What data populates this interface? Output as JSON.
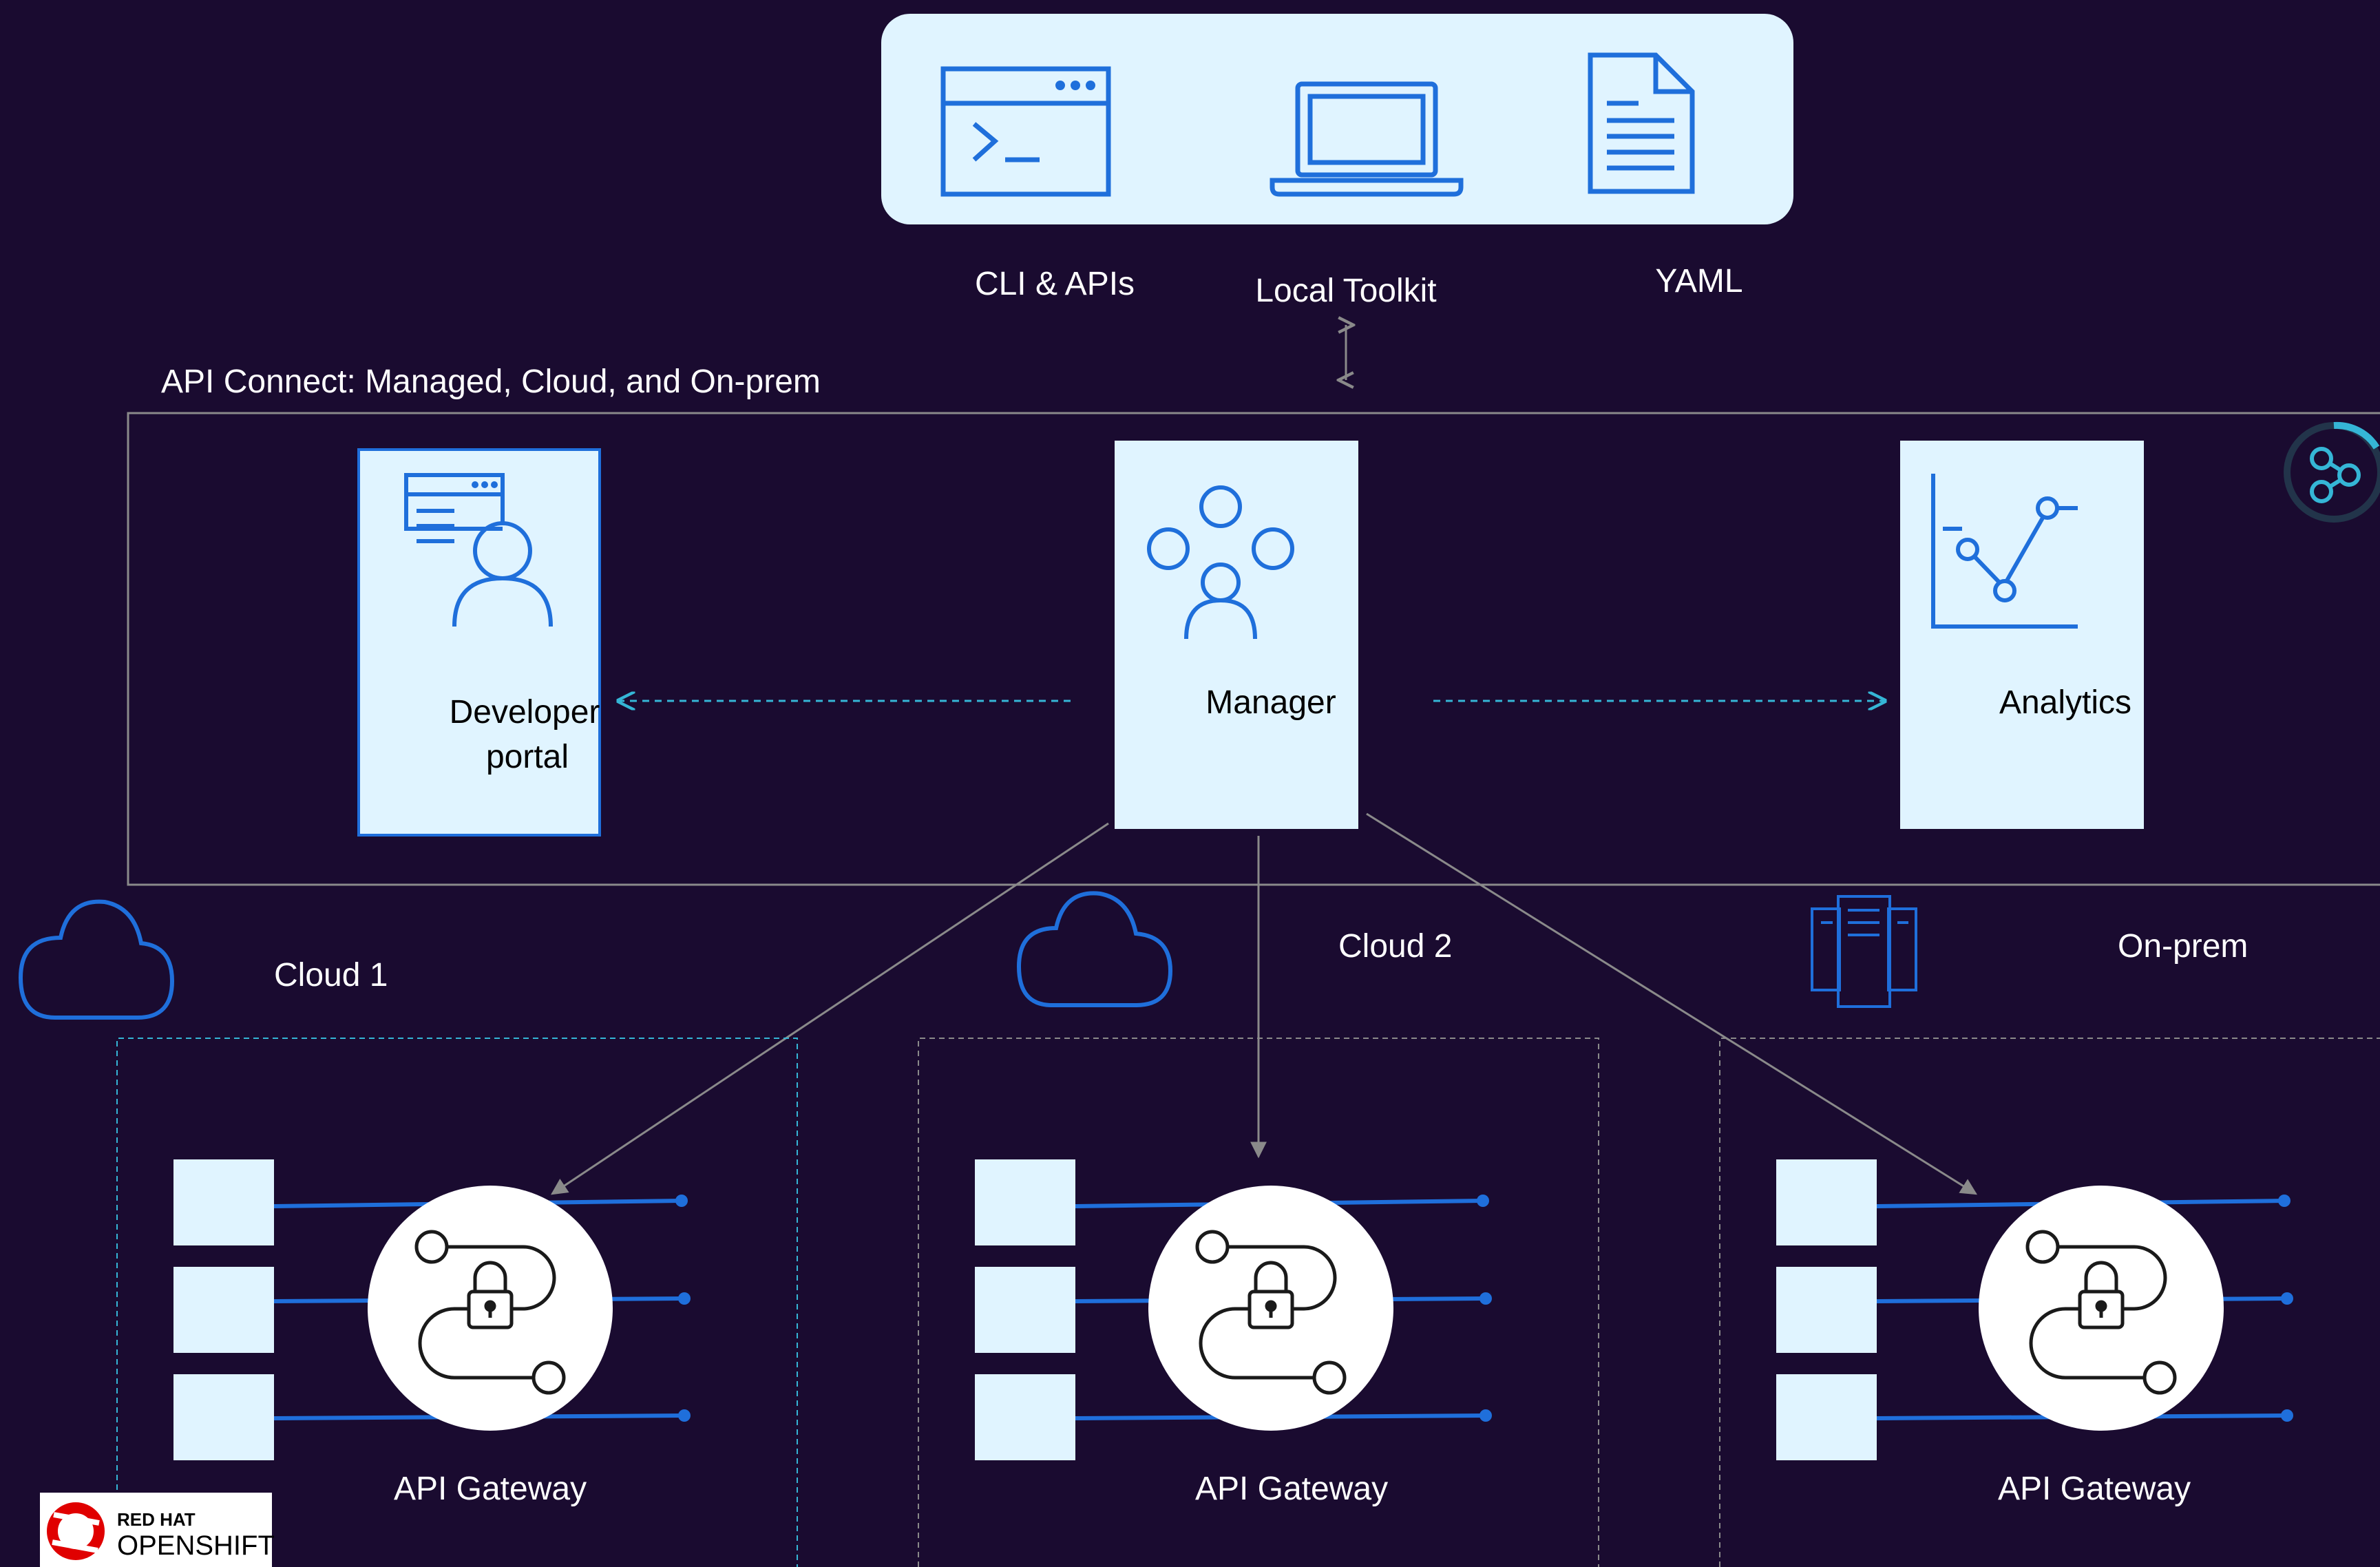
{
  "colors": {
    "background": "#1a0b30",
    "panel": "#e0f4ff",
    "icon_blue": "#1f6fdb",
    "connector": "#7a7a7a",
    "dashed_accent": "#35b6d6",
    "text": "#ffffff"
  },
  "tools": {
    "items": [
      {
        "label": "CLI & APIs",
        "icon": "terminal-icon"
      },
      {
        "label": "Local Toolkit",
        "icon": "laptop-icon"
      },
      {
        "label": "YAML",
        "icon": "document-icon"
      }
    ]
  },
  "platform": {
    "title": "API Connect: Managed, Cloud, and On-prem",
    "components": [
      {
        "label_lines": [
          "Developer",
          "portal"
        ],
        "icon": "developer-portal-icon"
      },
      {
        "label_lines": [
          "Manager"
        ],
        "icon": "manager-people-icon"
      },
      {
        "label_lines": [
          "Analytics"
        ],
        "icon": "analytics-chart-icon"
      }
    ]
  },
  "environments": [
    {
      "label": "Cloud 1",
      "icon": "cloud-icon",
      "gateway_label": "API Gateway"
    },
    {
      "label": "Cloud 2",
      "icon": "cloud-icon",
      "gateway_label": "API Gateway"
    },
    {
      "label": "On-prem",
      "icon": "server-icon",
      "gateway_label": "API Gateway"
    }
  ],
  "logo": {
    "text_line1": "RED HAT",
    "text_line2": "OPENSHIFT"
  }
}
